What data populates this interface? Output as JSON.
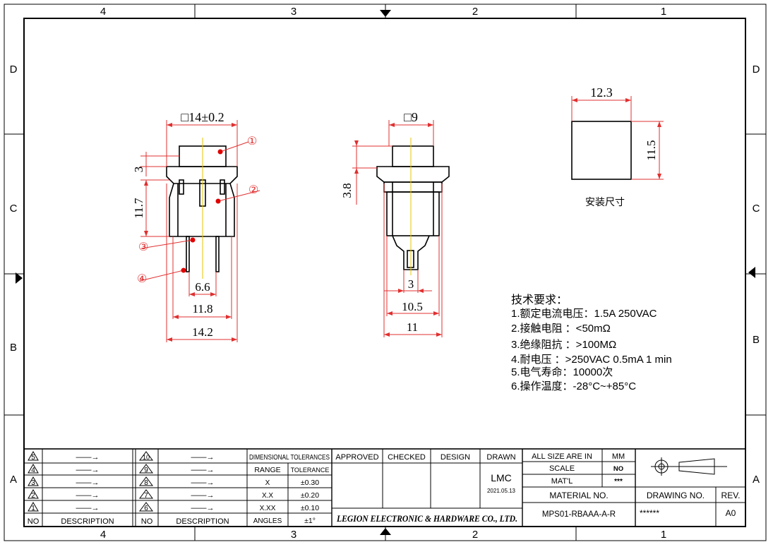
{
  "border": {
    "columns": [
      "4",
      "3",
      "2",
      "1"
    ],
    "rows": [
      "D",
      "C",
      "B",
      "A"
    ]
  },
  "drawing": {
    "front_view": {
      "top_dim": "□14±0.2",
      "dim_3": "3",
      "dim_11_7": "11.7",
      "dim_6_6": "6.6",
      "dim_11_8": "11.8",
      "dim_14_2": "14.2",
      "callouts": [
        "①",
        "②",
        "③",
        "④"
      ]
    },
    "side_view": {
      "top_dim": "□9",
      "dim_3_8": "3.8",
      "dim_3": "3",
      "dim_10_5": "10.5",
      "dim_11": "11"
    },
    "cutout": {
      "width": "12.3",
      "height": "11.5",
      "caption": "安装尺寸"
    },
    "tech_requirements": {
      "heading": "技术要求：",
      "lines": [
        "1.额定电流电压：1.5A 250VAC",
        "2.接触电阻 ：<50mΩ",
        "3.绝缘阻抗 ：>100MΩ",
        "4.耐电压 ：>250VAC 0.5mA 1 min",
        "5.电气寿命：10000次",
        "6.操作温度：-28°C~+85°C"
      ]
    }
  },
  "title_block": {
    "revisions_left": [
      "5",
      "4",
      "3",
      "2",
      "1"
    ],
    "revisions_right": [
      "10",
      "9",
      "8",
      "7",
      "6"
    ],
    "arrow": "——→",
    "no_label": "NO",
    "description_label": "DESCRIPTION",
    "tolerances": {
      "header": "DIMENSIONAL TOLERANCES",
      "range_label": "RANGE",
      "tolerance_label": "TOLERANCE",
      "rows": [
        {
          "range": "X",
          "tol": "±0.30"
        },
        {
          "range": "X.X",
          "tol": "±0.20"
        },
        {
          "range": "X.XX",
          "tol": "±0.10"
        },
        {
          "range": "ANGLES",
          "tol": "±1°"
        }
      ]
    },
    "approved": "APPROVED",
    "checked": "CHECKED",
    "design": "DESIGN",
    "drawn": "DRAWN",
    "drawn_by": "LMC",
    "date": "2021.05.13",
    "company": "LEGION ELECTRONIC & HARDWARE CO., LTD.",
    "all_size_label": "ALL SIZE ARE IN",
    "all_size_value": "MM",
    "scale_label": "SCALE",
    "scale_value": "NO",
    "matl_label": "MAT'L",
    "matl_value": "***",
    "material_no_label": "MATERIAL NO.",
    "material_no_value": "MPS01-RBAAA-A-R",
    "drawing_no_label": "DRAWING NO.",
    "drawing_no_value": "******",
    "rev_label": "REV.",
    "rev_value": "A0"
  }
}
